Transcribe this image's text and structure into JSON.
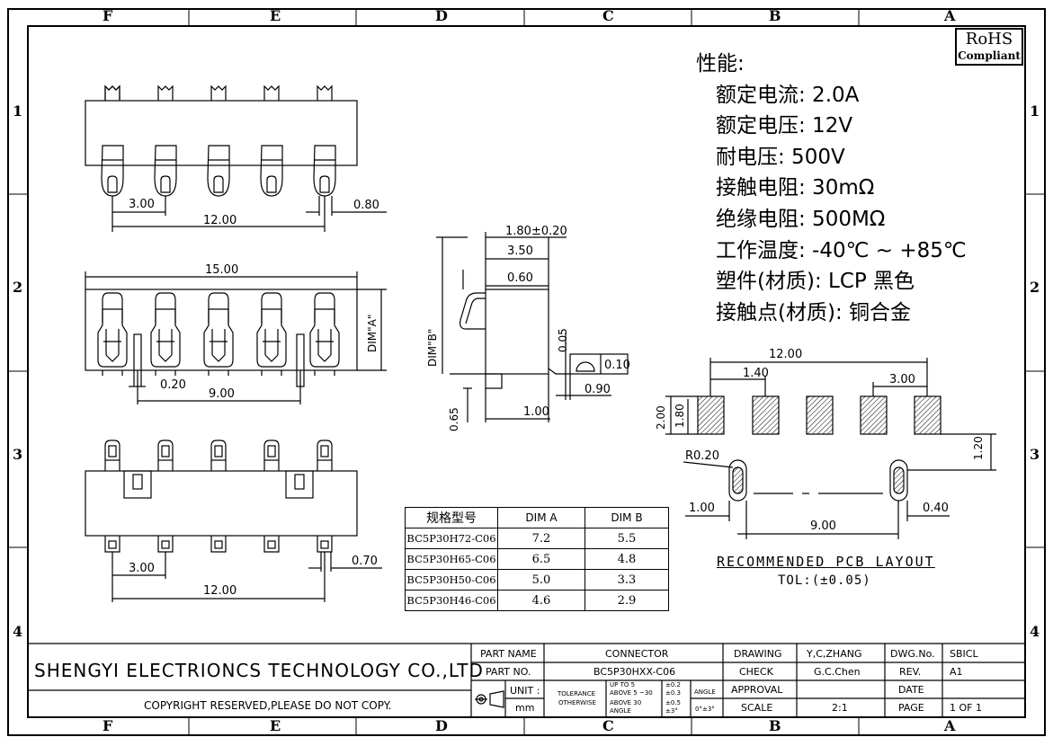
{
  "zones": {
    "columns": [
      "F",
      "E",
      "D",
      "C",
      "B",
      "A"
    ],
    "rows": [
      "1",
      "2",
      "3",
      "4"
    ]
  },
  "rohs": {
    "line1": "RoHS",
    "line2": "Compliant"
  },
  "specs": {
    "heading": "性能:",
    "items": [
      "额定电流: 2.0A",
      "额定电压: 12V",
      "耐电压: 500V",
      "接触电阻: 30mΩ",
      "绝缘电阻: 500MΩ",
      "工作温度: -40℃ ~ +85℃",
      "塑件(材质): LCP 黑色",
      "接触点(材质): 铜合金"
    ]
  },
  "dims": {
    "top_pitch": "3.00",
    "top_span": "12.00",
    "top_pin": "0.80",
    "front_width": "15.00",
    "front_offset": "0.20",
    "front_span": "9.00",
    "front_height": "DIM\"A\"",
    "bottom_pitch": "3.00",
    "bottom_span": "12.00",
    "bottom_pin": "0.70",
    "side_overall": "1.80±0.20",
    "side_depth": "3.50",
    "side_pin": "0.60",
    "side_height": "DIM\"B\"",
    "side_offset": "0.05",
    "side_flat_sym": "⌓",
    "side_flat": "0.10",
    "side_tail": "0.90",
    "side_bottom": "1.00",
    "side_foot": "0.65",
    "pcb_span_top": "12.00",
    "pcb_pad": "1.40",
    "pcb_pitch": "3.00",
    "pcb_h1": "2.00",
    "pcb_h2": "1.80",
    "pcb_radius": "R0.20",
    "pcb_vert": "1.20",
    "pcb_slot": "1.00",
    "pcb_slot_span": "9.00",
    "pcb_slot_w": "0.40"
  },
  "dim_table": {
    "headers": [
      "规格型号",
      "DIM A",
      "DIM B"
    ],
    "rows": [
      [
        "BC5P30H72-C06",
        "7.2",
        "5.5"
      ],
      [
        "BC5P30H65-C06",
        "6.5",
        "4.8"
      ],
      [
        "BC5P30H50-C06",
        "5.0",
        "3.3"
      ],
      [
        "BC5P30H46-C06",
        "4.6",
        "2.9"
      ]
    ]
  },
  "pcb_layout": {
    "title": "RECOMMENDED PCB LAYOUT",
    "tolerance": "TOL:(±0.05)"
  },
  "title_block": {
    "company": "SHENGYI ELECTRIONCS TECHNOLOGY CO.,LTD",
    "copyright": "COPYRIGHT RESERVED,PLEASE DO NOT COPY.",
    "part_name_label": "PART NAME",
    "part_name": "CONNECTOR",
    "part_no_label": "PART NO.",
    "part_no": "BC5P30HXX-C06",
    "unit_label": "UNIT :",
    "unit": "mm",
    "tol_label1": "TOLERANCE",
    "tol_label2": "OTHERWISE",
    "tol_up5": "UP TO 5",
    "tol_up5_v": "±0.2",
    "tol_5_30": "ABOVE 5 ~30",
    "tol_5_30_v": "±0.3",
    "tol_30": "ABOVE 30",
    "tol_30_v": "±0.5",
    "tol_angle": "ANGLE",
    "tol_angle_v": "±3°",
    "angle_label": "ANGLE",
    "angle_val": "0°±3°",
    "drawing_label": "DRAWING",
    "drawing": "Y,C,ZHANG",
    "check_label": "CHECK",
    "check": "G.C.Chen",
    "approval_label": "APPROVAL",
    "scale_label": "SCALE",
    "scale": "2:1",
    "dwg_label": "DWG.No.",
    "dwg": "SBICL",
    "rev_label": "REV.",
    "rev": "A1",
    "date_label": "DATE",
    "page_label": "PAGE",
    "page": "1 OF 1"
  }
}
